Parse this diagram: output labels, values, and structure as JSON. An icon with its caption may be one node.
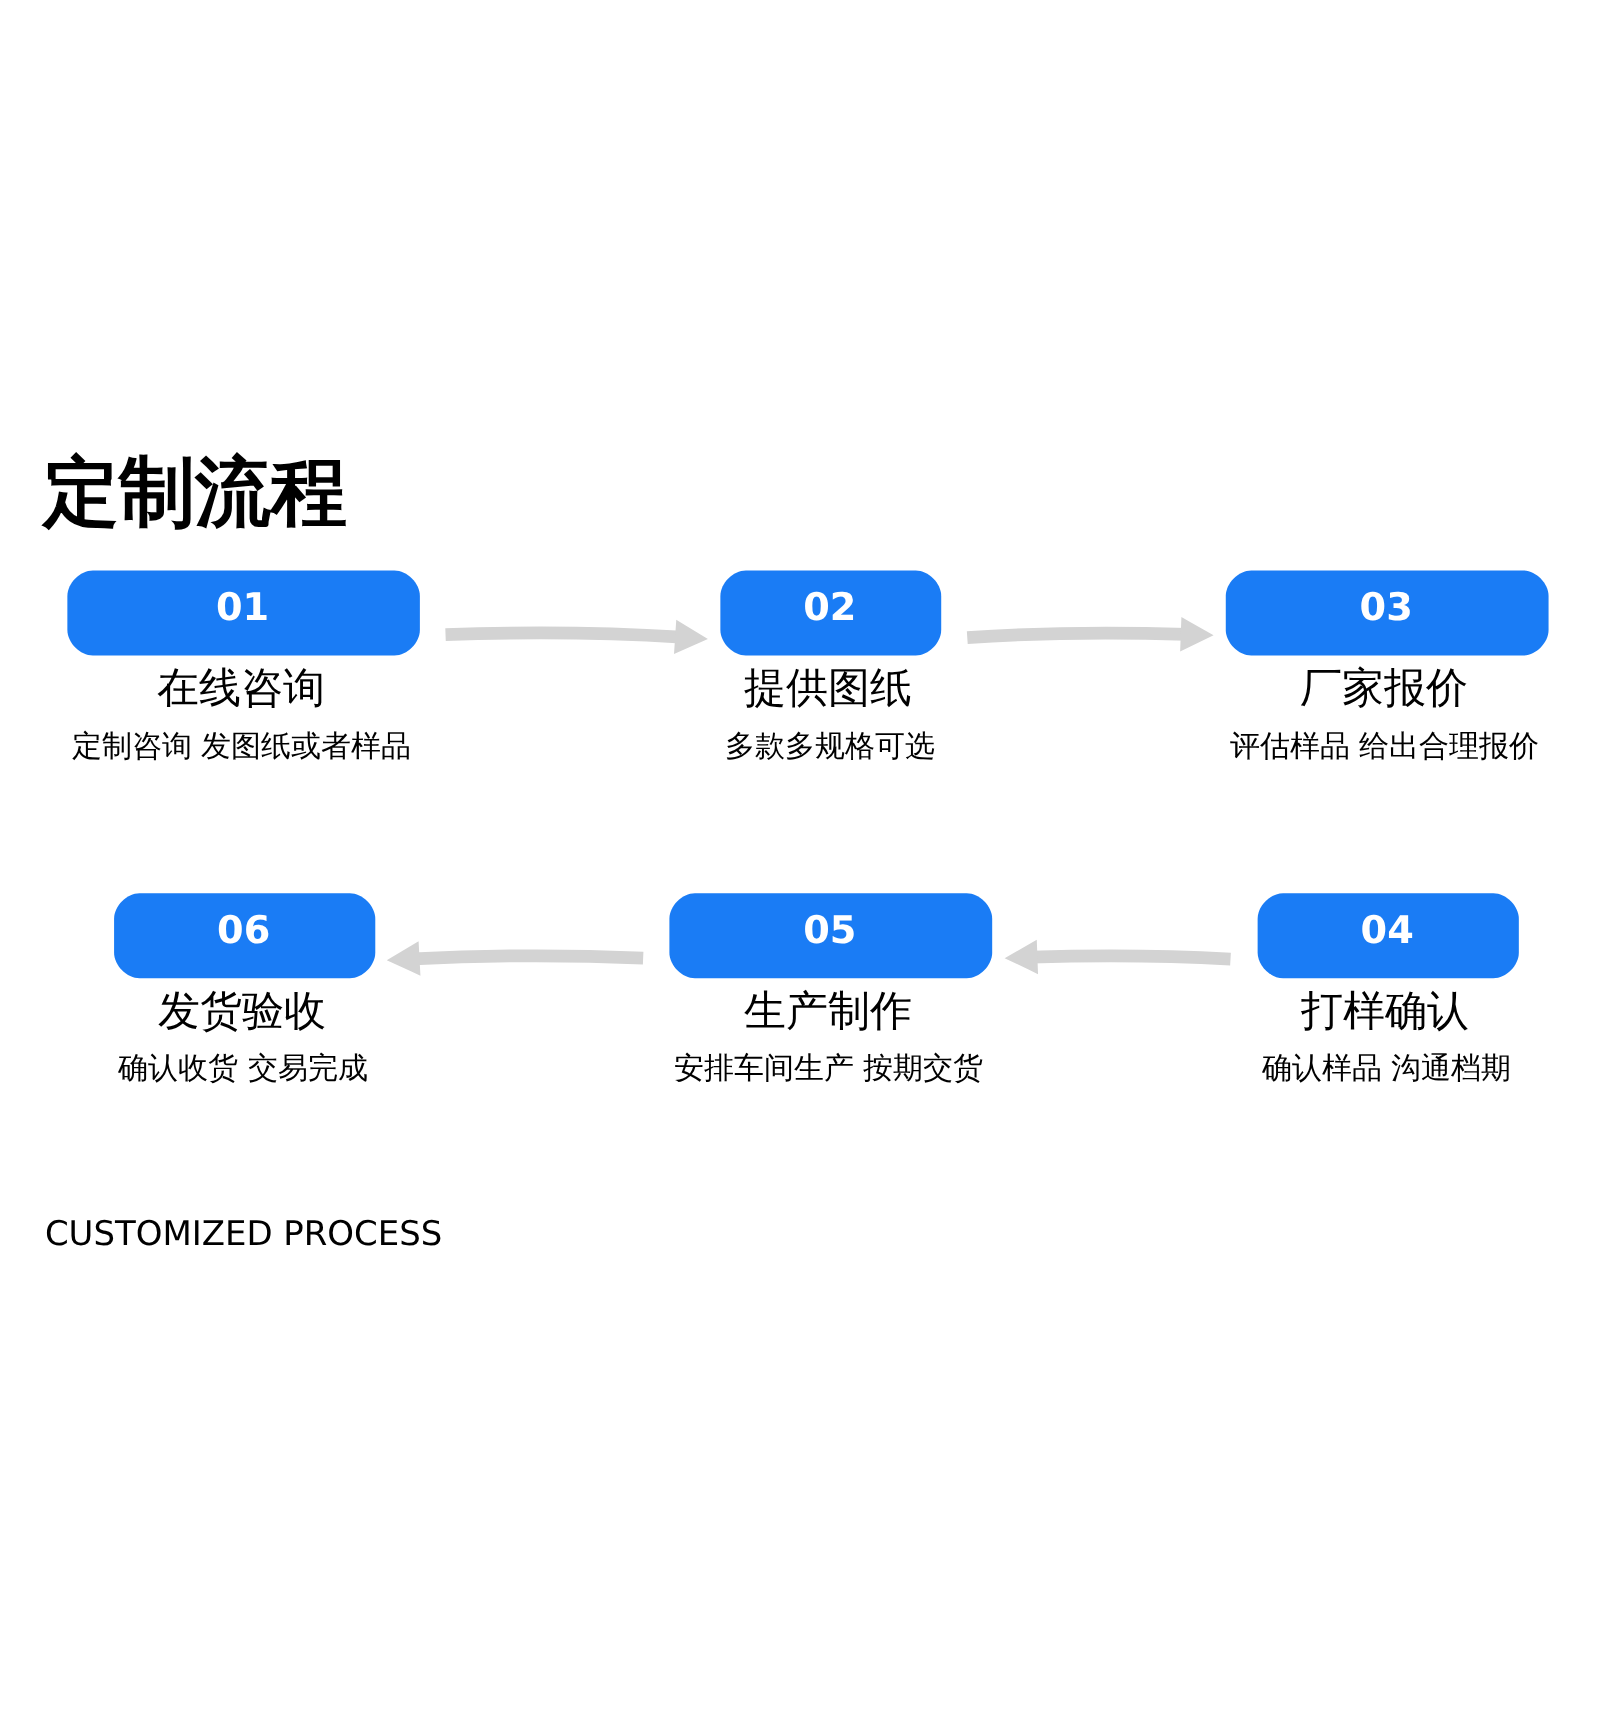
{
  "diagram": {
    "title": "定制流程",
    "nodes": [
      {
        "text": [
          "01"
        ],
        "beside": [
          "在线咨询",
          "定制咨询 发图纸或者样品"
        ]
      },
      {
        "text": [
          "02"
        ],
        "beside": [
          "提供图纸",
          "多款多规格可选"
        ]
      },
      {
        "text": [
          "03"
        ],
        "beside": [
          "厂家报价",
          "评估样品 给出合理报价"
        ]
      },
      {
        "text": [
          "06"
        ],
        "beside": [
          "发货验收",
          "确认收货 交易完成"
        ]
      },
      {
        "text": [
          "05"
        ],
        "beside": [
          "生产制作",
          "安排车间生产 按期交货"
        ]
      },
      {
        "text": [
          "04"
        ],
        "beside": [
          "打样确认",
          "确认样品 沟通档期"
        ]
      }
    ],
    "edges": [
      {
        "from": 0,
        "to": 1,
        "arrow": "to"
      },
      {
        "from": 1,
        "to": 2,
        "arrow": "to"
      },
      {
        "from": 5,
        "to": 4,
        "arrow": "to"
      },
      {
        "from": 4,
        "to": 3,
        "arrow": "to"
      }
    ],
    "labels": [
      "CUSTOMIZED PROCESS"
    ]
  }
}
